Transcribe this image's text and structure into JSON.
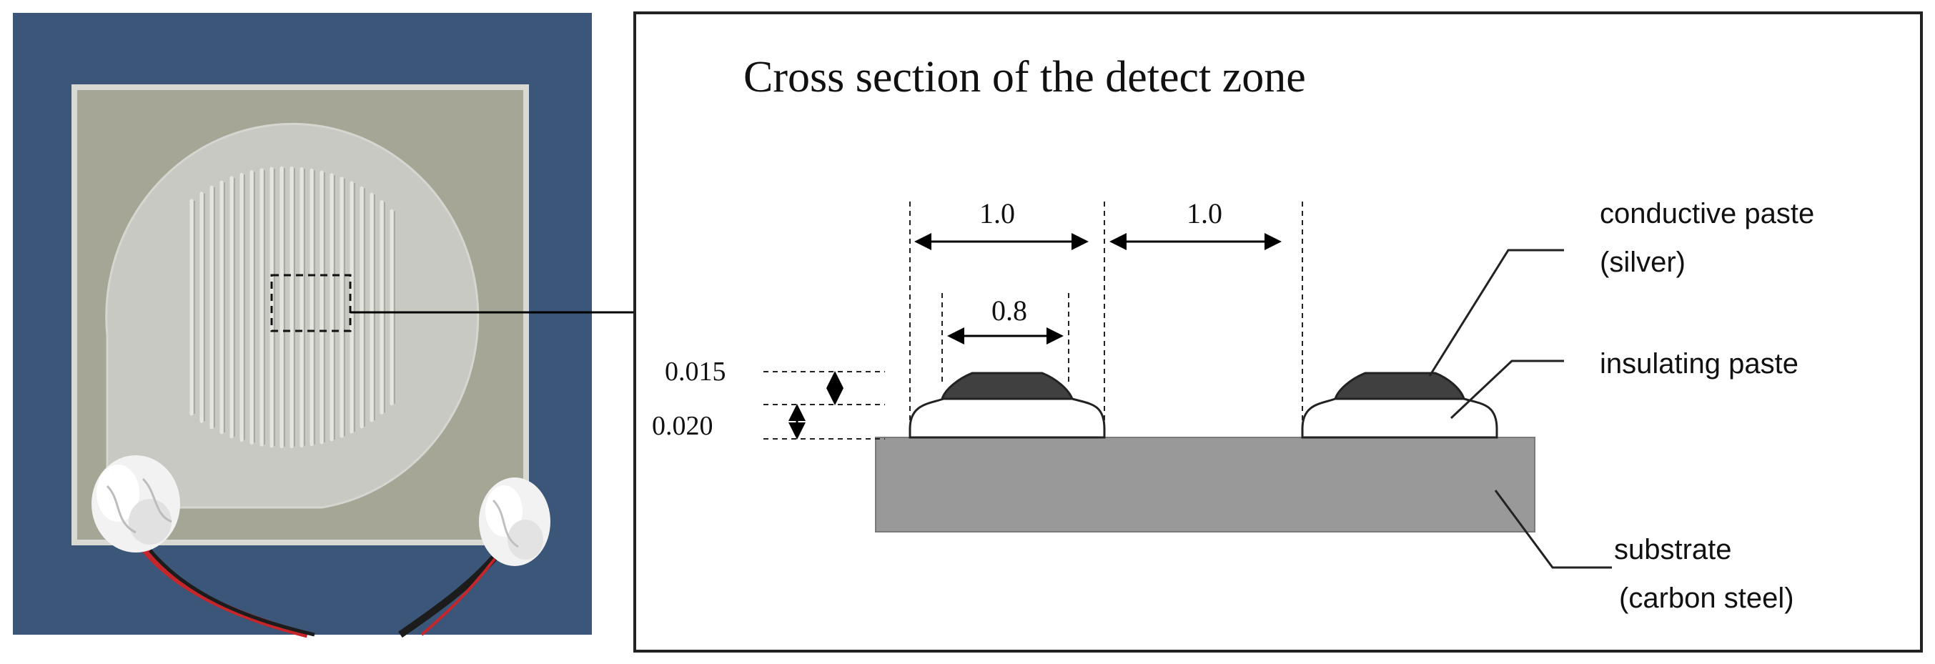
{
  "figure": {
    "title": "Cross section of the detect zone",
    "dimensions": {
      "pitch_left": "1.0",
      "pitch_right": "1.0",
      "width_conductive": "0.8",
      "thickness_conductive": "0.015",
      "thickness_insulating": "0.020"
    },
    "labels": {
      "conductive_line1": "conductive paste",
      "conductive_line2": "(silver)",
      "insulating": "insulating paste",
      "substrate_line1": "substrate",
      "substrate_line2": "(carbon steel)"
    }
  },
  "colors": {
    "photo_background": "#3f5a7c",
    "sensor_plate": "#a5a695",
    "sensor_disc": "#c9c9c3",
    "substrate": "#999999",
    "conductive_paste": "#404040",
    "insulating_paste": "#ffffff",
    "lead_wire_red": "#c4262b",
    "lead_wire_black": "#1c1c1c"
  }
}
